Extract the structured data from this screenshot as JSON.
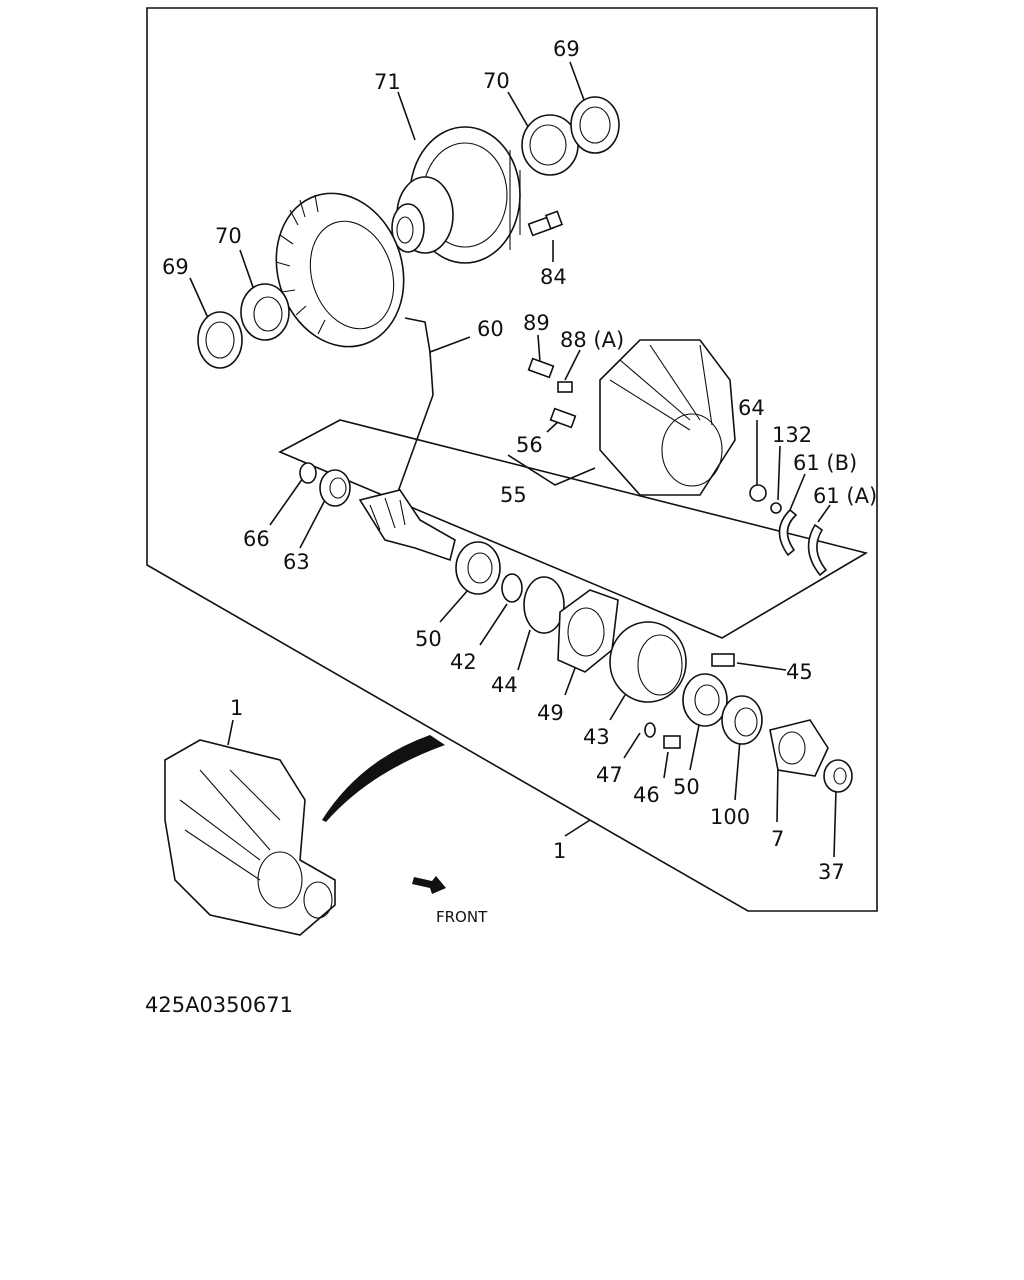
{
  "parts": [
    {
      "id": "69a",
      "label": "69"
    },
    {
      "id": "70a",
      "label": "70"
    },
    {
      "id": "71",
      "label": "71"
    },
    {
      "id": "84",
      "label": "84"
    },
    {
      "id": "70b",
      "label": "70"
    },
    {
      "id": "69b",
      "label": "69"
    },
    {
      "id": "60",
      "label": "60"
    },
    {
      "id": "89",
      "label": "89"
    },
    {
      "id": "88a",
      "label": "88 (A)"
    },
    {
      "id": "56",
      "label": "56"
    },
    {
      "id": "55",
      "label": "55"
    },
    {
      "id": "64",
      "label": "64"
    },
    {
      "id": "132",
      "label": "132"
    },
    {
      "id": "61b",
      "label": "61 (B)"
    },
    {
      "id": "61a",
      "label": "61 (A)"
    },
    {
      "id": "66",
      "label": "66"
    },
    {
      "id": "63",
      "label": "63"
    },
    {
      "id": "50a",
      "label": "50"
    },
    {
      "id": "42",
      "label": "42"
    },
    {
      "id": "44",
      "label": "44"
    },
    {
      "id": "49",
      "label": "49"
    },
    {
      "id": "43",
      "label": "43"
    },
    {
      "id": "45",
      "label": "45"
    },
    {
      "id": "47",
      "label": "47"
    },
    {
      "id": "46",
      "label": "46"
    },
    {
      "id": "50b",
      "label": "50"
    },
    {
      "id": "100",
      "label": "100"
    },
    {
      "id": "7",
      "label": "7"
    },
    {
      "id": "37",
      "label": "37"
    },
    {
      "id": "1a",
      "label": "1"
    },
    {
      "id": "1b",
      "label": "1"
    }
  ],
  "front_label": "FRONT",
  "diagram_code": "425A0350671"
}
